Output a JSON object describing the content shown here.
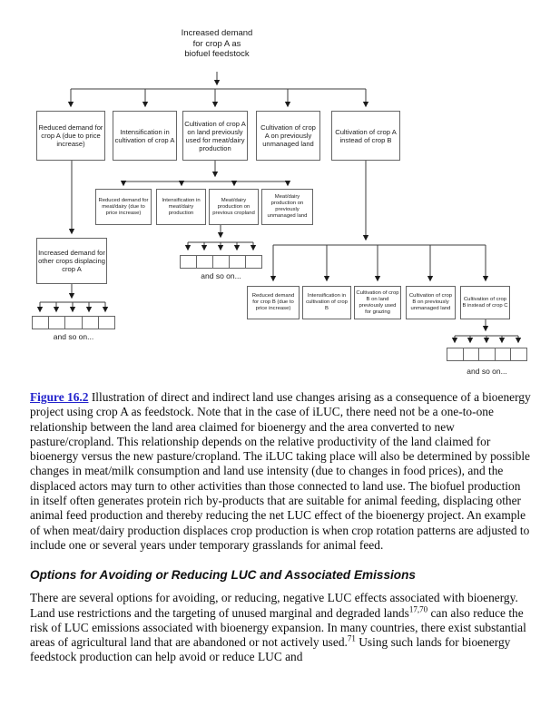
{
  "figure": {
    "root": "Increased demand\nfor crop A as\nbiofuel feedstock",
    "row1": [
      "Reduced demand for crop A (due to price increase)",
      "Intensification in cultivation of crop A",
      "Cultivation of crop A on land previously used for meat/dairy production",
      "Cultivation of crop A on previously unmanaged land",
      "Cultivation of crop A instead of crop B"
    ],
    "left_box": "Increased demand for other crops displacing crop A",
    "row2": [
      "Reduced demand for meat/dairy (due to price increase)",
      "Intensification in meat/dairy production",
      "Meat/dairy production on previous cropland",
      "Meat/dairy production on previously unmanaged land"
    ],
    "row3": [
      "Reduced demand for crop B (due to price increase)",
      "Intensification in cultivation of crop B",
      "Cultivation of crop B on land previously used for grazing",
      "Cultivation of crop B on previously unmanaged land",
      "Cultivation of crop B instead of crop C"
    ],
    "ellipsis_left": "and so on...",
    "ellipsis_middle": "and so on...",
    "ellipsis_right": "and so on..."
  },
  "caption": {
    "link": "Figure 16.2",
    "body": " Illustration of direct and indirect land use changes arising as a consequence of a bioenergy project using crop A as feedstock. Note that in the case of iLUC, there need not be a one-to-one relationship between the land area claimed for bioenergy and the area converted to new pasture/cropland. This relationship depends on the relative productivity of the land claimed for bioenergy versus the new pasture/cropland. The iLUC taking place will also be determined by possible changes in meat/milk consumption and land use intensity (due to changes in food prices), and the displaced actors may turn to other activities than those connected to land use. The biofuel production in itself often generates protein rich by-products that are suitable for animal feeding, displacing other animal feed production and thereby reducing the net LUC effect of the bioenergy project. An example of when meat/dairy production displaces crop production is when crop rotation patterns are adjusted to include one or several years under temporary grasslands for animal feed."
  },
  "section": {
    "heading": "Options for Avoiding or Reducing LUC and Associated Emissions",
    "paragraph": {
      "part1": "There are several options for avoiding, or reducing, negative LUC effects associated with bioenergy. Land use restrictions and the targeting of unused marginal and degraded lands",
      "sup1": "17,70",
      "part2": " can also reduce the risk of LUC emissions associated with bioenergy expansion. In many countries, there exist substantial areas of agricultural land that are abandoned or not actively used.",
      "sup2": "71",
      "part3": " Using such lands for bioenergy feedstock production can help avoid or reduce LUC and"
    }
  },
  "colors": {
    "link_blue": "#2222cc",
    "connector_line": "#3c3c3c",
    "box_border": "#666666",
    "page_background": "#ffffff"
  }
}
